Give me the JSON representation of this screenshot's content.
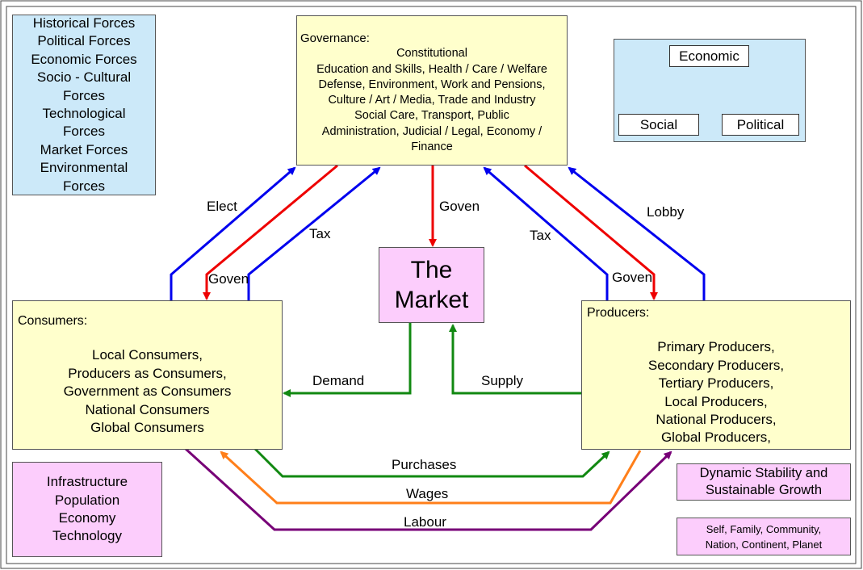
{
  "forces": [
    "Historical Forces",
    "Political Forces",
    "Economic Forces",
    "Socio - Cultural",
    "Forces",
    "Technological",
    "Forces",
    "Market Forces",
    "Environmental",
    "Forces"
  ],
  "governance": {
    "header": "Governance:",
    "lines": [
      "Constitutional",
      "Education and Skills,  Health / Care / Welfare",
      "Defense,  Environment,  Work and Pensions,",
      "Culture / Art / Media,  Trade and Industry",
      "Social Care,  Transport,  Public",
      "Administration, Judicial / Legal,  Economy /",
      "Finance"
    ]
  },
  "triangle": {
    "top": "Economic",
    "left": "Social",
    "right": "Political"
  },
  "market": [
    "The",
    "Market"
  ],
  "consumers": {
    "header": "Consumers:",
    "lines": [
      "Local Consumers,",
      "Producers as Consumers,",
      "Government as Consumers",
      "National Consumers",
      "Global Consumers"
    ]
  },
  "producers": {
    "header": "Producers:",
    "lines": [
      "Primary Producers,",
      "Secondary Producers,",
      "Tertiary Producers,",
      "Local Producers,",
      "National Producers,",
      "Global Producers,"
    ]
  },
  "infrastructure": [
    "Infrastructure",
    "Population",
    "Economy",
    "Technology"
  ],
  "dynamic": [
    "Dynamic Stability and",
    "Sustainable Growth"
  ],
  "scope": [
    "Self, Family, Community,",
    "Nation, Continent, Planet"
  ],
  "labels": {
    "elect": "Elect",
    "tax_left": "Tax",
    "goven_left": "Goven",
    "goven_center": "Goven",
    "tax_right": "Tax",
    "goven_right": "Goven",
    "lobby": "Lobby",
    "demand": "Demand",
    "supply": "Supply",
    "purchases": "Purchases",
    "wages": "Wages",
    "labour": "Labour"
  },
  "colors": {
    "blue_arrow": "#0000ee",
    "red_arrow": "#ee0000",
    "green_arrow": "#118811",
    "orange_arrow": "#ff7f1a",
    "purple_arrow": "#770077"
  }
}
